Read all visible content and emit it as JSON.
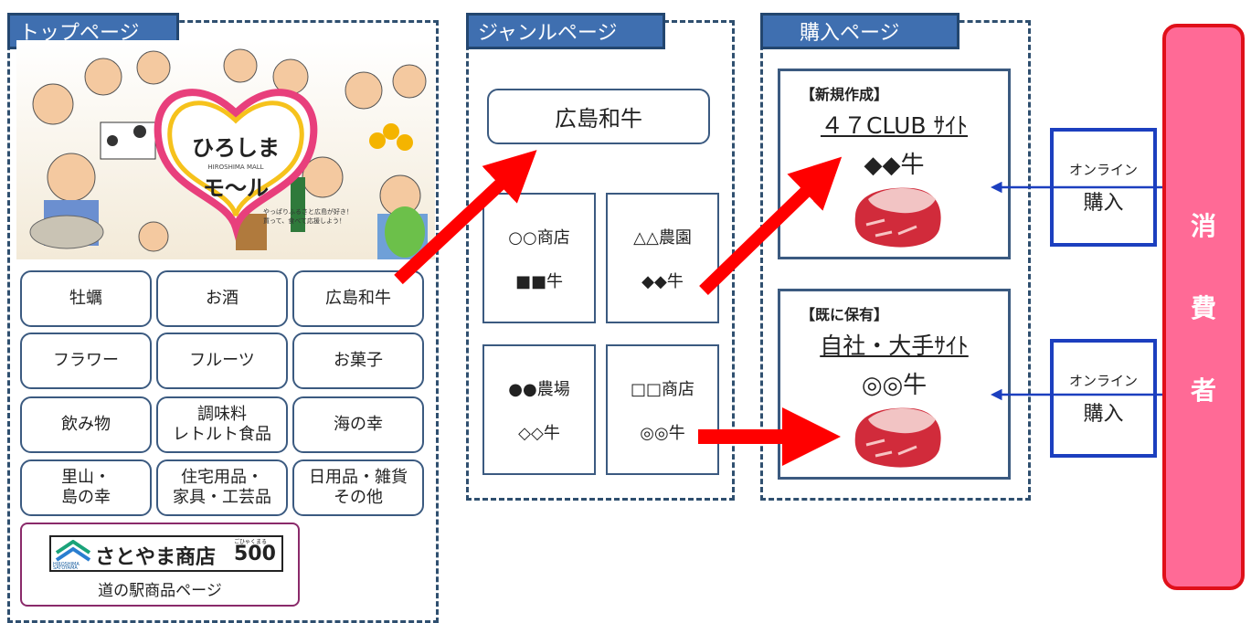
{
  "top_page": {
    "tab_label": "トップページ",
    "banner": {
      "logo_line1": "ひろしま",
      "logo_sub": "HIROSHIMA MALL",
      "logo_line2": "モ〜ル",
      "tagline_line1": "やっぱりふるさと広島が好き！",
      "tagline_line2": "買って、食べて応援しよう！"
    },
    "categories": [
      "牡蠣",
      "お酒",
      "広島和牛",
      "フラワー",
      "フルーツ",
      "お菓子",
      "飲み物",
      "調味料\nレトルト食品",
      "海の幸",
      "里山・\n島の幸",
      "住宅用品・\n家具・工芸品",
      "日用品・雑貨\nその他"
    ],
    "satoyama": {
      "logo_small_top": "HIROSHIMA",
      "logo_small_bottom": "SATOYAMA",
      "brand": "さとやま商店",
      "number": "500",
      "number_ruby": "ごひゃくまる",
      "caption": "道の駅商品ページ"
    }
  },
  "genre_page": {
    "tab_label": "ジャンルページ",
    "title": "広島和牛",
    "shops": [
      {
        "name": "○○商店",
        "product": "■■牛"
      },
      {
        "name": "△△農園",
        "product": "◆◆牛"
      },
      {
        "name": "●●農場",
        "product": "◇◇牛"
      },
      {
        "name": "□□商店",
        "product": "◎◎牛"
      }
    ]
  },
  "purchase_page": {
    "tab_label": "購入ページ",
    "new": {
      "tag": "【新規作成】",
      "site": "４７CLUB ｻｲﾄ",
      "product": "◆◆牛"
    },
    "existing": {
      "tag": "【既に保有】",
      "site": "自社・大手ｻｲﾄ",
      "product": "◎◎牛"
    }
  },
  "online_purchase": [
    {
      "line1": "オンライン",
      "line2": "購入"
    },
    {
      "line1": "オンライン",
      "line2": "購入"
    }
  ],
  "consumer": {
    "chars": [
      "消",
      "費",
      "者"
    ]
  },
  "colors": {
    "panel_tab": "#3f6fb0",
    "arrow_red": "#ff0000",
    "arrow_blue": "#1c3fbf",
    "consumer_fill": "#ff6a96",
    "consumer_border": "#e0101a"
  }
}
